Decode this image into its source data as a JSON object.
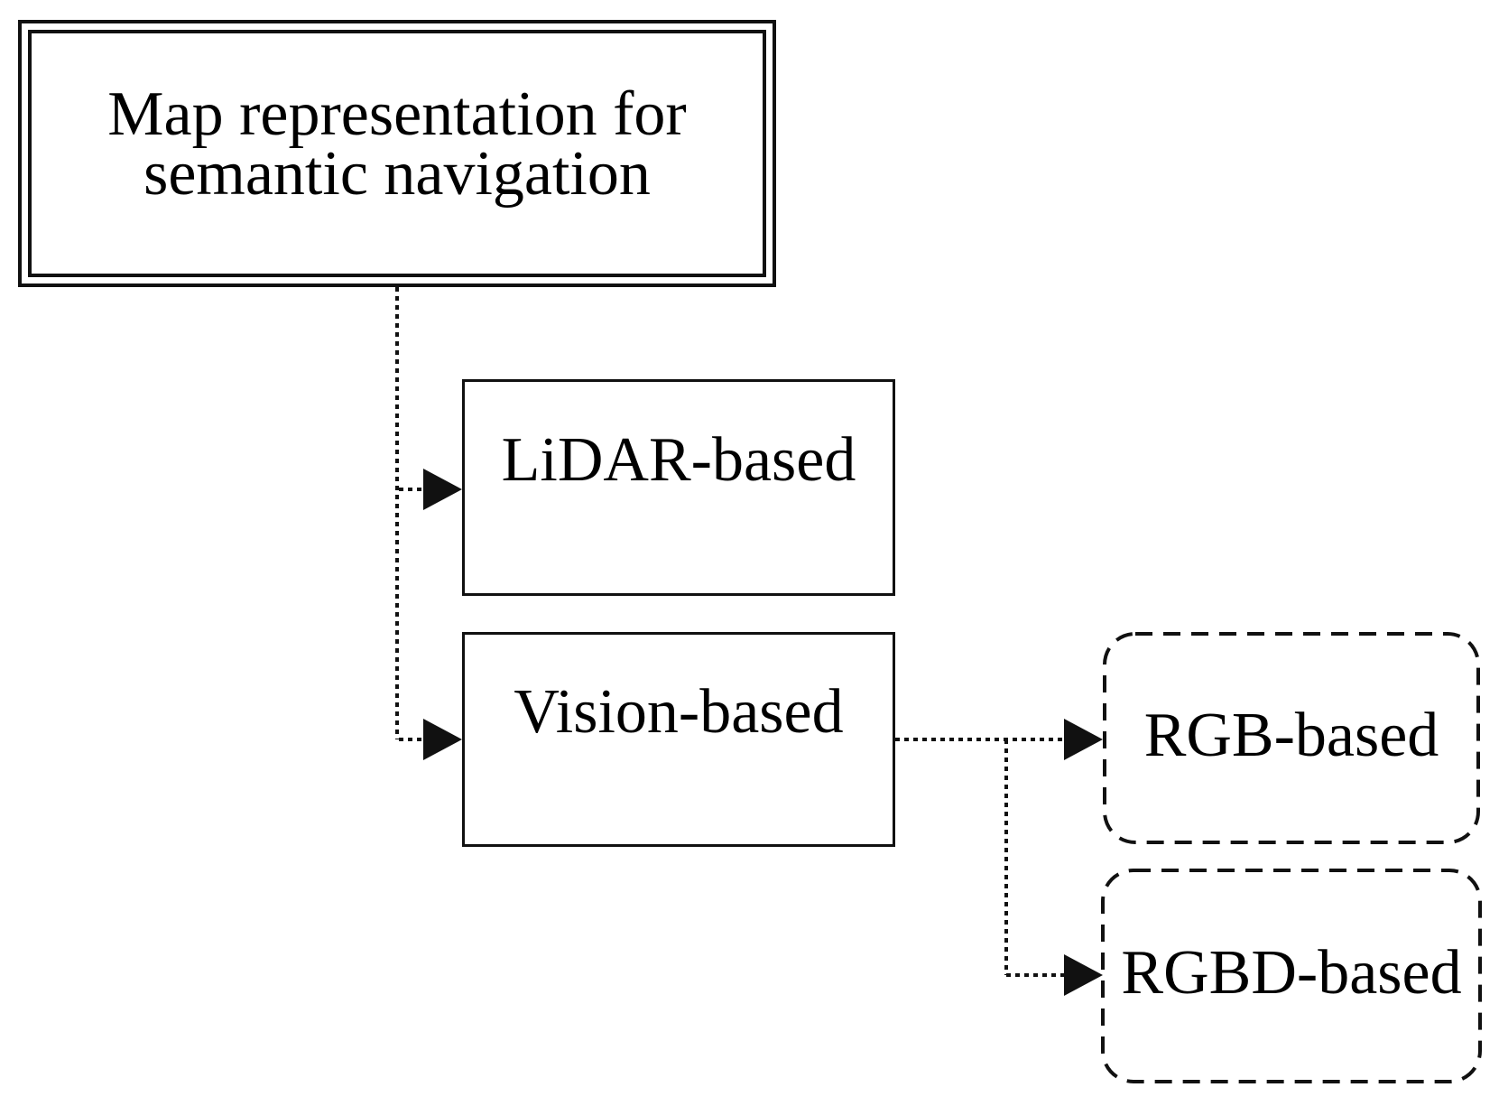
{
  "diagram": {
    "type": "flowchart-taxonomy",
    "background_color": "#ffffff",
    "line_color": "#111111",
    "text_color": "#000000",
    "root": {
      "id": "map-representation",
      "label": "Map representation for semantic navigation",
      "label_lines": [
        "Map representation for",
        "semantic navigation"
      ],
      "border_style": "double-solid-rectangle",
      "children": [
        {
          "id": "lidar-based",
          "label": "LiDAR-based",
          "border_style": "solid-rectangle",
          "children": []
        },
        {
          "id": "vision-based",
          "label": "Vision-based",
          "border_style": "solid-rectangle",
          "children": [
            {
              "id": "rgb-based",
              "label": "RGB-based",
              "border_style": "dashed-rounded-rectangle",
              "children": []
            },
            {
              "id": "rgbd-based",
              "label": "RGBD-based",
              "border_style": "dashed-rounded-rectangle",
              "children": []
            }
          ]
        }
      ]
    },
    "connector_style": "dotted-line-with-solid-arrowhead"
  }
}
